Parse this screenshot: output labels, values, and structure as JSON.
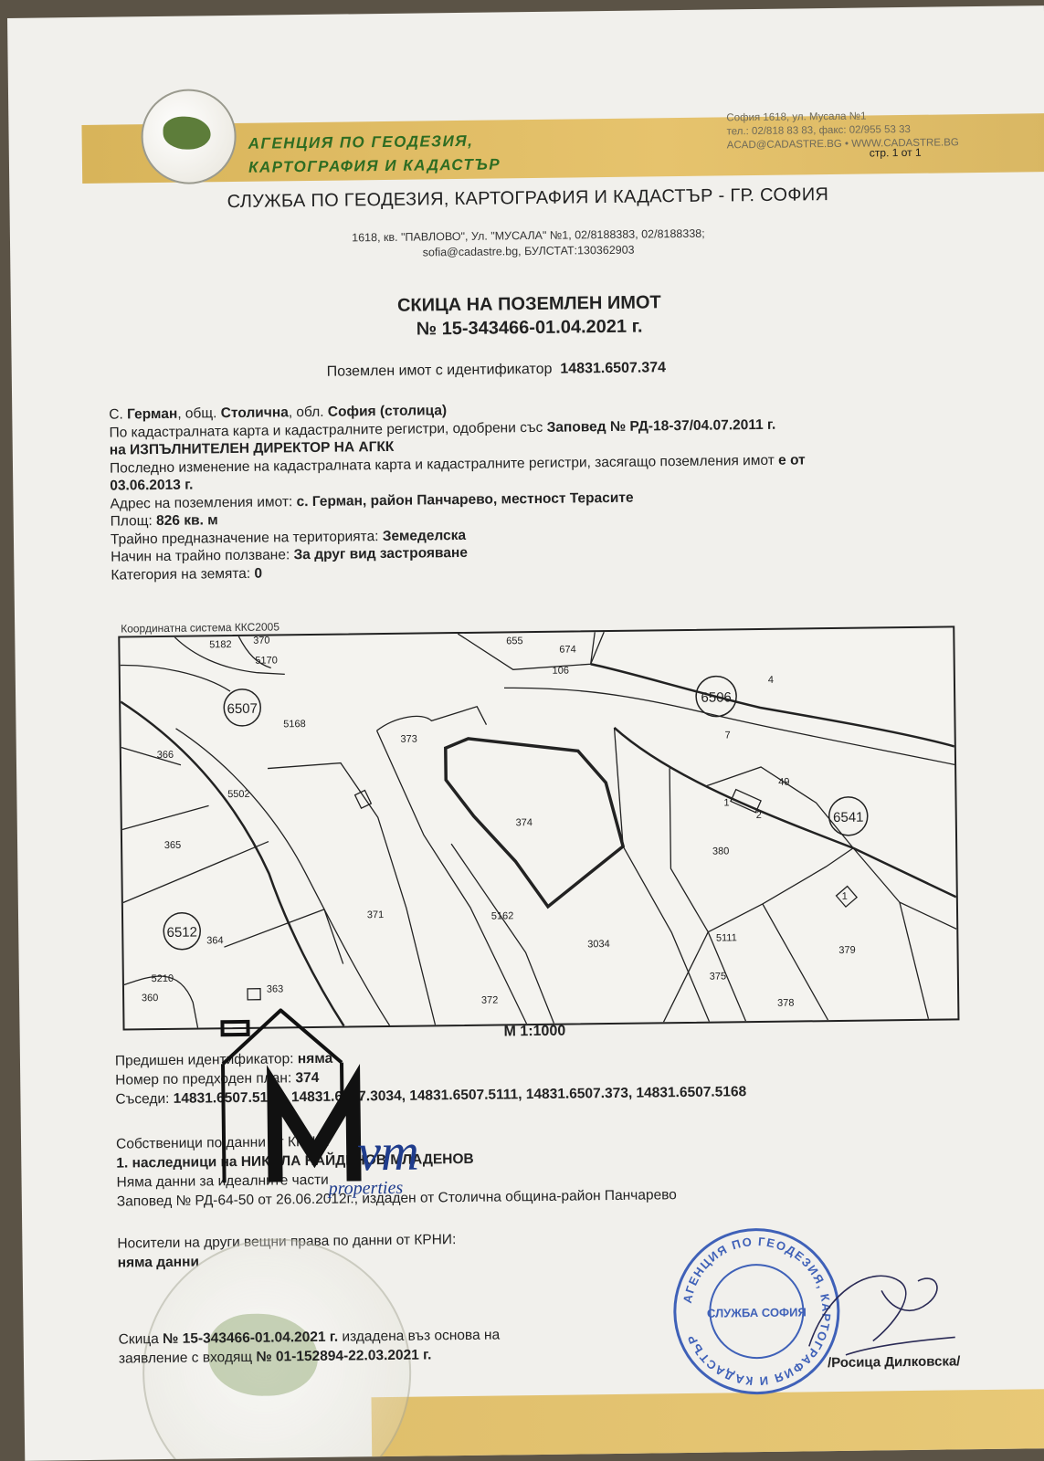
{
  "header": {
    "agency_line1": "АГЕНЦИЯ ПО ГЕОДЕЗИЯ,",
    "agency_line2": "КАРТОГРАФИЯ И КАДАСТЪР",
    "contact_line1": "София 1618, ул. Мусала №1",
    "contact_line2": "тел.: 02/818 83 83, факс: 02/955 53 33",
    "contact_line3": "ACAD@CADASTRE.BG • WWW.CADASTRE.BG",
    "page": "стр. 1 от 1"
  },
  "service": {
    "title": "СЛУЖБА ПО ГЕОДЕЗИЯ, КАРТОГРАФИЯ И КАДАСТЪР - ГР. СОФИЯ",
    "address_line1": "1618, кв. \"ПАВЛОВО\", Ул. \"МУСАЛА\" №1, 02/8188383, 02/8188338;",
    "address_line2": "sofia@cadastre.bg, БУЛСТАТ:130362903"
  },
  "document": {
    "title": "СКИЦА НА ПОЗЕМЛЕН ИМОТ",
    "number": "№ 15-343466-01.04.2021 г.",
    "identifier_label": "Поземлен имот с  идентификатор",
    "identifier": "14831.6507.374"
  },
  "info": {
    "settlement_prefix": "С. ",
    "settlement": "Герман",
    "municipality_prefix": ", общ. ",
    "municipality": "Столична",
    "region_prefix": ", обл. ",
    "region": "София (столица)",
    "map_approved": "По кадастралната карта и кадастралните регистри, одобрени със ",
    "order": "Заповед № РД-18-37/04.07.2011 г.",
    "order_by": "на ИЗПЪЛНИТЕЛЕН ДИРЕКТОР НА АГКК",
    "last_change": "Последно изменение на кадастралната карта и кадастралните регистри, засягащо поземления имот ",
    "last_change_date_prefix": "е от",
    "last_change_date": "03.06.2013 г.",
    "address_label": "Адрес на поземления имот: ",
    "address": "с. Герман, район Панчарево, местност Терасите",
    "area_label": "Площ: ",
    "area": "826 кв. м",
    "purpose_label": "Трайно предназначение на територията: ",
    "purpose": "Земеделска",
    "usage_label": "Начин на трайно ползване: ",
    "usage": "За друг вид застрояване",
    "category_label": "Категория на земята: ",
    "category": "0"
  },
  "map": {
    "coord_system": "Координатна система ККС2005",
    "scale": "М 1:1000",
    "circled_labels": [
      "6507",
      "6506",
      "6541",
      "6512"
    ],
    "parcel_labels": [
      "5182",
      "370",
      "5170",
      "655",
      "674",
      "106",
      "4",
      "7",
      "5168",
      "373",
      "366",
      "5502",
      "374",
      "49",
      "1",
      "2",
      "380",
      "365",
      "371",
      "5162",
      "3034",
      "5111",
      "379",
      "364",
      "375",
      "378",
      "5210",
      "360",
      "363",
      "372",
      "1"
    ]
  },
  "lower": {
    "prev_id_label": "Предишен идентификатор: ",
    "prev_id": "няма",
    "prev_plan_label": "Номер по предходен план: ",
    "prev_plan": "374",
    "neighbors_label": "Съседи: ",
    "neighbors": "14831.6507.5162, 14831.6507.3034, 14831.6507.5111, 14831.6507.373, 14831.6507.5168"
  },
  "owners": {
    "heading": "Собственици по данни от КРНИ:",
    "owner1": "1. наследници на НИКОЛА НАЙДЕНОВ МЛАДЕНОВ",
    "ideal_parts": "Няма данни за идеалните части",
    "order_text": "Заповед № РД-64-50 от 26.06.2012г., издаден от Столична община-район Панчарево"
  },
  "rights": {
    "heading": "Носители на други вещни права по данни от КРНИ:",
    "value": "няма данни"
  },
  "issued": {
    "line1_prefix": "Скица ",
    "line1_number": "№ 15-343466-01.04.2021 г.",
    "line1_suffix": " издадена въз основа на",
    "line2_prefix": "заявление с входящ ",
    "line2_number": "№ 01-152894-22.03.2021 г."
  },
  "signer": "/Росица Дилковска/",
  "stamp": {
    "ring": "АГЕНЦИЯ ПО ГЕОДЕЗИЯ, КАРТОГРАФИЯ И КАДАСТЪР",
    "center": "СЛУЖБА СОФИЯ"
  },
  "watermark": {
    "brand": "vm",
    "sub": "properties"
  },
  "colors": {
    "band": "#e6c36d",
    "agency_green": "#2e6c22",
    "stamp_blue": "#3f61b8",
    "logo_blue": "#1f3c8c"
  }
}
